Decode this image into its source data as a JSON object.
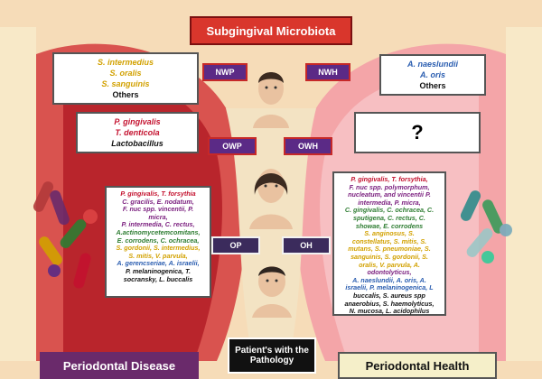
{
  "title": "Subgingival Microbiota",
  "colors": {
    "title_bg": "#d9362c",
    "disease": "#6a2a6b",
    "health": "#f5efc9",
    "center": "#111111",
    "tag": "#5b2a86"
  },
  "top_left_box": [
    {
      "text": "S. intermedius",
      "color": "yellow"
    },
    {
      "text": "S. oralis",
      "color": "yellow"
    },
    {
      "text": "S. sanguinis",
      "color": "yellow"
    },
    {
      "text": "Others",
      "color": "black"
    }
  ],
  "top_right_box": [
    {
      "text": "A. naeslundii",
      "color": "blue"
    },
    {
      "text": "A. oris",
      "color": "blue"
    },
    {
      "text": "Others",
      "color": "black"
    }
  ],
  "mid_left_box": [
    {
      "text": "P. gingivalis",
      "color": "red"
    },
    {
      "text": "T. denticola",
      "color": "red"
    },
    {
      "text": "Lactobacillus",
      "color": "black"
    }
  ],
  "mid_right_box": {
    "text": "?"
  },
  "tags": {
    "nwp": "NWP",
    "nwh": "NWH",
    "owp": "OWP",
    "owh": "OWH",
    "op": "OP",
    "oh": "OH"
  },
  "disease_list": [
    {
      "t": "P. gingivalis, T. forsythia",
      "c": "red"
    },
    {
      "t": "C. gracilis, E. nodatum,",
      "c": "purple"
    },
    {
      "t": "F. nuc spp. vincentii, P.",
      "c": "purple"
    },
    {
      "t": "micra,",
      "c": "purple"
    },
    {
      "t": "P. intermedia, C. rectus,",
      "c": "purple"
    },
    {
      "t": "A.actinomycetemcomitans,",
      "c": "green"
    },
    {
      "t": "E. corrodens, C. ochracea,",
      "c": "green"
    },
    {
      "t": "S. gordonii, S. intermedius,",
      "c": "yellow"
    },
    {
      "t": "S. mitis, V. parvula,",
      "c": "yellow"
    },
    {
      "t": "A. gerencseriae, A. israelii,",
      "c": "blue"
    },
    {
      "t": "P. melaninogenica, T.",
      "c": "black"
    },
    {
      "t": "socransky, L. buccalis",
      "c": "black"
    }
  ],
  "health_list": [
    {
      "t": "P. gingivalis, T. forsythia,",
      "c": "red"
    },
    {
      "t": "F. nuc spp. polymorphum,",
      "c": "purple"
    },
    {
      "t": "nucleatum, and vincentii P.",
      "c": "purple"
    },
    {
      "t": "intermedia, P. micra,",
      "c": "purple"
    },
    {
      "t": "C. gingivalis, C. ochracea, C.",
      "c": "green"
    },
    {
      "t": "sputigena, C. rectus, C.",
      "c": "green"
    },
    {
      "t": "showae, E. corrodens",
      "c": "green"
    },
    {
      "t": "S. anginosus, S.",
      "c": "yellow"
    },
    {
      "t": "constellatus, S. mitis, S.",
      "c": "yellow"
    },
    {
      "t": "mutans, S. pneumoniae, S.",
      "c": "yellow"
    },
    {
      "t": "sanguinis, S. gordonii, S.",
      "c": "yellow"
    },
    {
      "t": "oralis, V. parvula, A.",
      "c": "yellow"
    },
    {
      "t": "odontolyticus,",
      "c": "purple"
    },
    {
      "t": "A. naeslundii, A. oris, A.",
      "c": "blue"
    },
    {
      "t": "israelii, P. melaninogenica, L",
      "c": "blue"
    },
    {
      "t": "buccalis, S. aureus spp",
      "c": "black"
    },
    {
      "t": "anaerobius, S. haemolyticus,",
      "c": "black"
    },
    {
      "t": "N. mucosa, L. acidophilus",
      "c": "black"
    }
  ],
  "footer": {
    "disease": "Periodontal Disease",
    "center": "Patient's with the Pathology",
    "health": "Periodontal Health"
  }
}
